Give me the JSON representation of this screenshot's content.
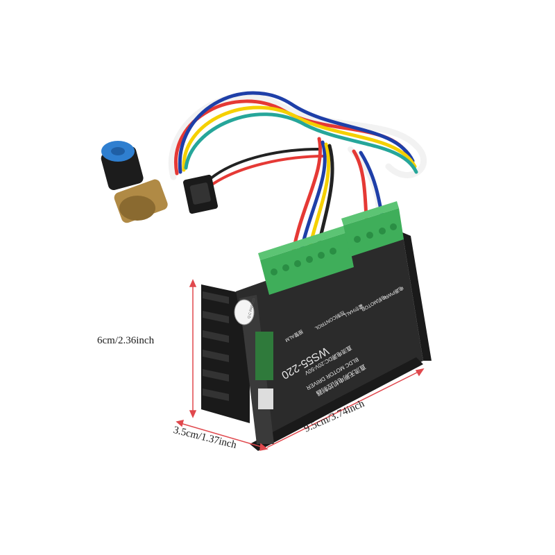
{
  "dimensions": {
    "height": "6cm/2.36inch",
    "depth": "3.5cm/1.37inch",
    "width": "9.5cm/3.74inch"
  },
  "product": {
    "model": "WS55-220",
    "subtitle_cn": "直流无刷电机控制器",
    "subtitle_en": "BLDC MOTOR DRIVER",
    "voltage": "直流电源DC:20V-50V",
    "qc_sticker": "Q.C PASSED",
    "hall_label": "霍尔HALL",
    "control_label": "控制CONTROL",
    "motor_label": "电机MOTOR",
    "power_label": "电源PWR",
    "alarm_label": "报警ALM"
  },
  "colors": {
    "body": "#2b2b2b",
    "terminal": "#3fae5a",
    "knob_cap": "#2f7fd0",
    "dimension_line": "#e0484d"
  }
}
